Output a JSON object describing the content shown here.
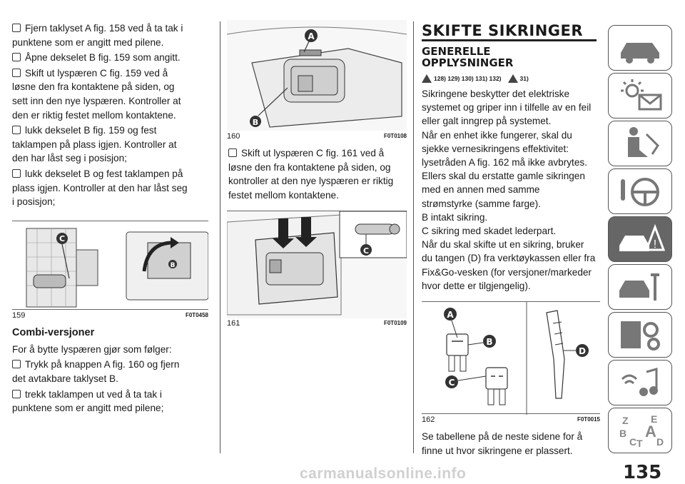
{
  "col1": {
    "p1": "Fjern taklyset A fig. 158 ved å ta tak i punktene som er angitt med pilene.",
    "p2": "Åpne dekselet B fig. 159 som angitt.",
    "p3": "Skift ut lyspæren C fig. 159 ved å løsne den fra kontaktene på siden, og sett inn den nye lyspæren. Kontroller at den er riktig festet mellom kontaktene.",
    "p4": "lukk dekselet B fig. 159 og fest taklampen på plass igjen. Kontroller at den har låst seg i posisjon;",
    "p5": "lukk dekselet B og fest taklampen på plass igjen. Kontroller at den har låst seg i posisjon;",
    "fig": {
      "num": "159",
      "code": "F0T0458",
      "labels": [
        "C",
        "B"
      ]
    },
    "heading": "Combi-versjoner",
    "p6": "For å bytte lyspæren gjør som følger:",
    "p7": "Trykk på knappen A fig. 160 og fjern det avtakbare taklyset B.",
    "p8": "trekk taklampen ut ved å ta tak i punktene som er angitt med pilene;"
  },
  "col2": {
    "fig160": {
      "num": "160",
      "code": "F0T0108",
      "labels": [
        "A",
        "B"
      ]
    },
    "p1": "Skift ut lyspæren C fig. 161 ved å løsne den fra kontaktene på siden, og kontroller at den nye lyspæren er riktig festet mellom kontaktene.",
    "fig161": {
      "num": "161",
      "code": "F0T0109",
      "labels": [
        "C"
      ]
    }
  },
  "col3": {
    "title": "SKIFTE SIKRINGER",
    "subtitle_line1": "GENERELLE",
    "subtitle_line2": "OPPLYSNINGER",
    "refs_a": "128) 129) 130) 131) 132)",
    "refs_b": "31)",
    "body": [
      "Sikringene beskytter det elektriske",
      "systemet og griper inn i tilfelle av en feil",
      "eller galt inngrep på systemet.",
      "Når en enhet ikke fungerer, skal du",
      "sjekke vernesikringens effektivitet:",
      "lysetråden A fig. 162 må ikke avbrytes.",
      "Ellers skal du erstatte gamle sikringen",
      "med en annen med samme",
      "strømstyrke (samme farge).",
      "B intakt sikring.",
      "C sikring med skadet lederpart.",
      "Når du skal skifte ut en sikring, bruker",
      "du tangen (D) fra verktøykassen eller fra",
      "Fix&Go-vesken (for versjoner/markeder",
      "hvor dette er tilgjengelig)."
    ],
    "fig162": {
      "num": "162",
      "code": "F0T0015",
      "labels": [
        "A",
        "B",
        "C",
        "D"
      ]
    },
    "p_end": "Se tabellene på de neste sidene for å finne ut hvor sikringene er plassert."
  },
  "sidebar": {
    "icons": [
      "car-dashboard-icon",
      "warning-lights-icon",
      "safety-seat-icon",
      "steering-wheel-icon",
      "breakdown-icon",
      "maintenance-icon",
      "technical-data-icon",
      "multimedia-icon",
      "index-icon"
    ],
    "index_letters": [
      "Z",
      "E",
      "B",
      "A",
      "C",
      "T",
      "D"
    ],
    "active_index": 4
  },
  "page_number": "135",
  "watermark": "carmanualsonline.info"
}
